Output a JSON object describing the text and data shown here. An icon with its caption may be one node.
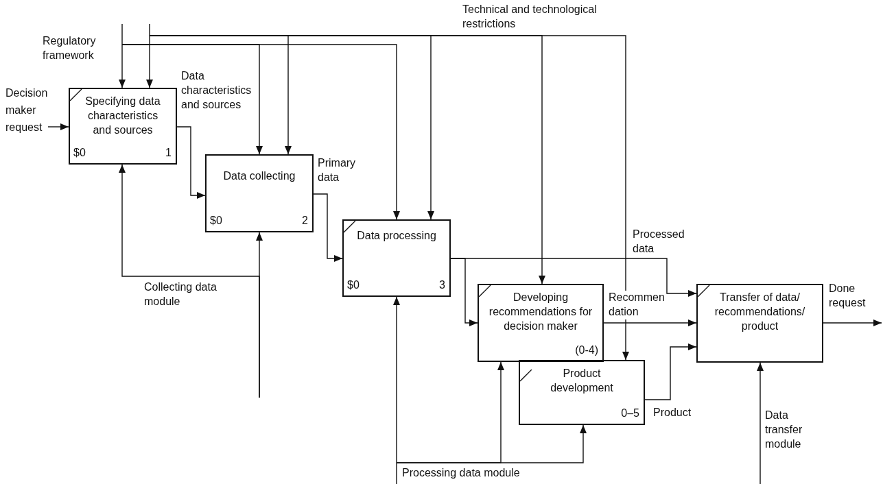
{
  "diagram": {
    "nodes": [
      {
        "text": [
          "Specifying data characteristics and sources",
          "$0",
          "1"
        ]
      },
      {
        "text": [
          "Data collecting",
          "$0",
          "2"
        ]
      },
      {
        "text": [
          "Data processing",
          "$0",
          "3"
        ]
      },
      {
        "text": [
          "Developing recommendations for decision maker",
          "(0-4)"
        ]
      },
      {
        "text": [
          "Product development",
          "0–5"
        ]
      },
      {
        "text": [
          "Transfer of data/ recommendations/ product"
        ]
      }
    ],
    "edges": [
      {
        "from": null,
        "to": 0,
        "arrow": "to",
        "label": "Decision maker request"
      },
      {
        "from": null,
        "to": 0,
        "arrow": "to",
        "label": "Regulatory framework"
      },
      {
        "from": null,
        "to": 1,
        "arrow": "to"
      },
      {
        "from": null,
        "to": 2,
        "arrow": "to"
      },
      {
        "from": null,
        "to": 0,
        "arrow": "to"
      },
      {
        "from": null,
        "to": 1,
        "arrow": "to"
      },
      {
        "from": null,
        "to": 2,
        "arrow": "to"
      },
      {
        "from": null,
        "to": 3,
        "arrow": "to",
        "label": "Technical and technological restrictions"
      },
      {
        "from": null,
        "to": 4,
        "arrow": "to"
      },
      {
        "from": 0,
        "to": 1,
        "arrow": "to",
        "label": "Data characteristics and sources"
      },
      {
        "from": 1,
        "to": 2,
        "arrow": "to",
        "label": "Primary data"
      },
      {
        "from": 2,
        "to": 5,
        "arrow": "to",
        "label": "Processed data"
      },
      {
        "from": 2,
        "to": 3,
        "arrow": "to"
      },
      {
        "from": 3,
        "to": 5,
        "arrow": "to",
        "label": "Recommen dation"
      },
      {
        "from": 4,
        "to": 5,
        "arrow": "to",
        "label": "Product"
      },
      {
        "from": 5,
        "to": null,
        "arrow": "to",
        "label": "Done request"
      },
      {
        "from": null,
        "to": 1,
        "arrow": "to"
      },
      {
        "from": null,
        "to": 0,
        "arrow": "to",
        "label": "Collecting data module"
      },
      {
        "from": null,
        "to": 2,
        "arrow": "to",
        "label": "Processing data module"
      },
      {
        "from": null,
        "to": 3,
        "arrow": "to"
      },
      {
        "from": null,
        "to": 4,
        "arrow": "to"
      },
      {
        "from": null,
        "to": 5,
        "arrow": "to",
        "label": "Data transfer module"
      }
    ]
  }
}
